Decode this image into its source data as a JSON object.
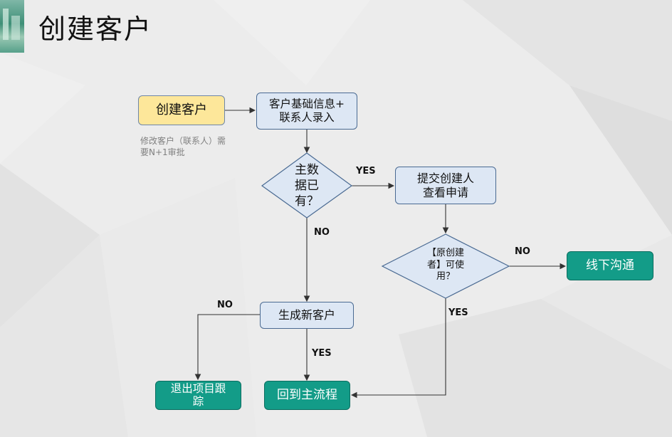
{
  "title": "创建客户",
  "nodes": {
    "create_customer": "创建客户",
    "basic_info": "客户基础信息+\n联系人录入",
    "master_data": "主数\n据已\n有？",
    "submit_request": "提交创建人\n查看申请",
    "creator_usable": "【原创建\n者】可使\n用？",
    "offline": "线下沟通",
    "new_customer": "生成新客户",
    "exit_tracking": "退出项目跟\n踪",
    "back_main": "回到主流程"
  },
  "note": "修改客户（联系人）需\n要N+1审批",
  "edge_labels": {
    "yes_master": "YES",
    "no_master": "NO",
    "no_creator": "NO",
    "yes_creator": "YES",
    "no_new": "NO",
    "yes_new": "YES"
  },
  "colors": {
    "box_blue": "#dde7f4",
    "box_yellow": "#fde79a",
    "box_green": "#139c88"
  }
}
